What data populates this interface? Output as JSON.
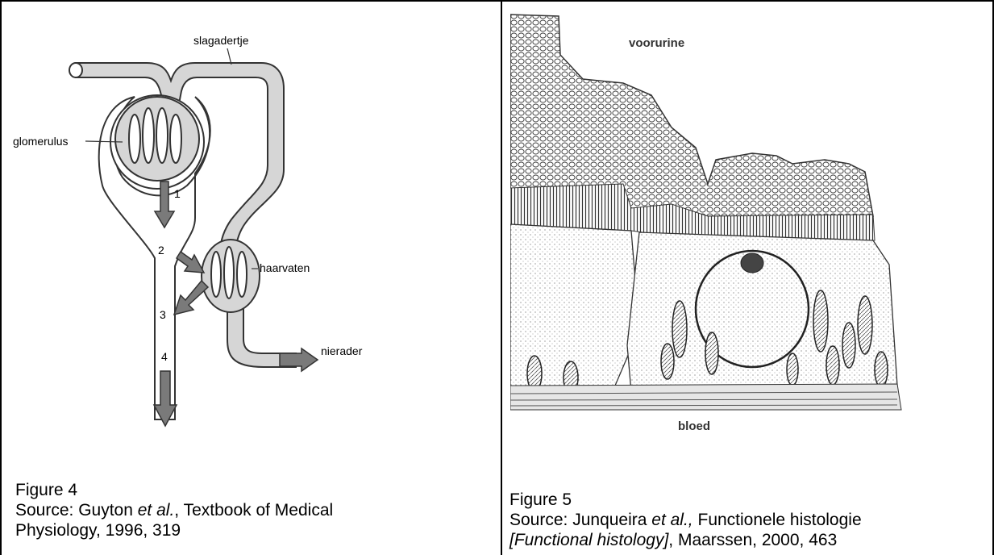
{
  "figure4": {
    "labels": {
      "artery": "slagadertje",
      "glomerulus": "glomerulus",
      "capillaries": "haarvaten",
      "vein": "nierader",
      "n1": "1",
      "n2": "2",
      "n3": "3",
      "n4": "4"
    },
    "caption": {
      "title": "Figure 4",
      "source_prefix": "Source: Guyton ",
      "source_italic": "et al.",
      "source_rest_1": ", Textbook of Medical",
      "source_line2": "Physiology, 1996, 319"
    }
  },
  "figure5": {
    "labels": {
      "top": "voorurine",
      "bottom": "bloed"
    },
    "caption": {
      "title": "Figure 5",
      "source_prefix": "Source: Junqueira ",
      "source_italic": "et al.,",
      "source_rest_1": " Functionele histologie",
      "source_line2_italic": "[Functional histology]",
      "source_line2_rest": ", Maarssen, 2000, 463"
    }
  }
}
